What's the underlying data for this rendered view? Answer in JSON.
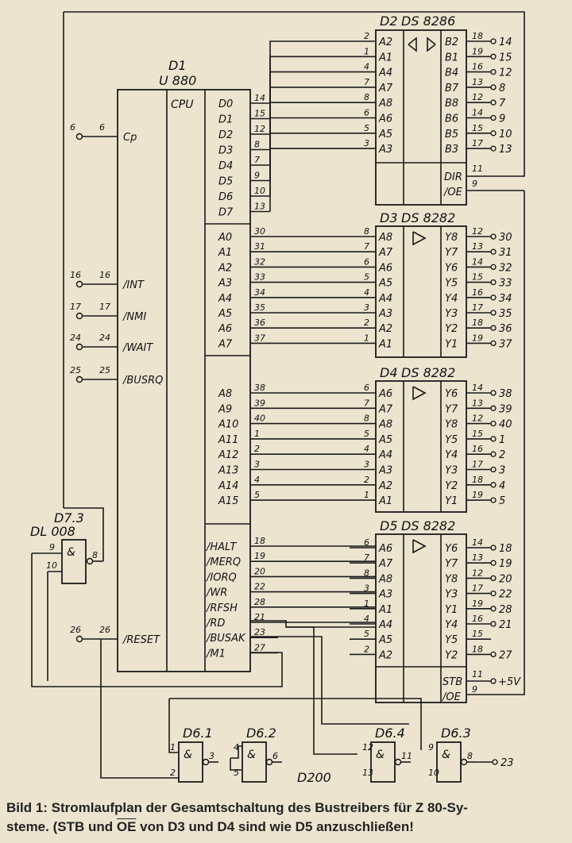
{
  "chips": {
    "d1": {
      "ref": "D1",
      "type": "U 880",
      "cpu": "CPU",
      "data_pins": [
        {
          "name": "D0",
          "num": "14"
        },
        {
          "name": "D1",
          "num": "15"
        },
        {
          "name": "D2",
          "num": "12"
        },
        {
          "name": "D3",
          "num": "8"
        },
        {
          "name": "D4",
          "num": "7"
        },
        {
          "name": "D5",
          "num": "9"
        },
        {
          "name": "D6",
          "num": "10"
        },
        {
          "name": "D7",
          "num": "13"
        }
      ],
      "addr_lo": [
        {
          "name": "A0",
          "num": "30"
        },
        {
          "name": "A1",
          "num": "31"
        },
        {
          "name": "A2",
          "num": "32"
        },
        {
          "name": "A3",
          "num": "33"
        },
        {
          "name": "A4",
          "num": "34"
        },
        {
          "name": "A5",
          "num": "35"
        },
        {
          "name": "A6",
          "num": "36"
        },
        {
          "name": "A7",
          "num": "37"
        }
      ],
      "addr_hi": [
        {
          "name": "A8",
          "num": "38"
        },
        {
          "name": "A9",
          "num": "39"
        },
        {
          "name": "A10",
          "num": "40"
        },
        {
          "name": "A11",
          "num": "1"
        },
        {
          "name": "A12",
          "num": "2"
        },
        {
          "name": "A13",
          "num": "3"
        },
        {
          "name": "A14",
          "num": "4"
        },
        {
          "name": "A15",
          "num": "5"
        }
      ],
      "ctrl": [
        {
          "name": "/HALT",
          "num": "18"
        },
        {
          "name": "/MERQ",
          "num": "19"
        },
        {
          "name": "/IORQ",
          "num": "20"
        },
        {
          "name": "/WR",
          "num": "22"
        },
        {
          "name": "/RFSH",
          "num": "28"
        },
        {
          "name": "/RD",
          "num": "21"
        },
        {
          "name": "/BUSAK",
          "num": "23"
        },
        {
          "name": "/M1",
          "num": "27"
        }
      ],
      "left": [
        {
          "name": "Cp",
          "ext": "6",
          "num": "6"
        },
        {
          "name": "/INT",
          "ext": "16",
          "num": "16"
        },
        {
          "name": "/NMI",
          "ext": "17",
          "num": "17"
        },
        {
          "name": "/WAIT",
          "ext": "24",
          "num": "24"
        },
        {
          "name": "/BUSRQ",
          "ext": "25",
          "num": "25"
        },
        {
          "name": "/RESET",
          "ext": "26",
          "num": "26"
        }
      ]
    },
    "d2": {
      "ref": "D2",
      "type": "DS 8286",
      "a": [
        {
          "name": "A2",
          "num": "2"
        },
        {
          "name": "A1",
          "num": "1"
        },
        {
          "name": "A4",
          "num": "4"
        },
        {
          "name": "A7",
          "num": "7"
        },
        {
          "name": "A8",
          "num": "8"
        },
        {
          "name": "A6",
          "num": "6"
        },
        {
          "name": "A5",
          "num": "5"
        },
        {
          "name": "A3",
          "num": "3"
        }
      ],
      "b": [
        {
          "name": "B2",
          "num": "18",
          "out": "14"
        },
        {
          "name": "B1",
          "num": "19",
          "out": "15"
        },
        {
          "name": "B4",
          "num": "16",
          "out": "12"
        },
        {
          "name": "B7",
          "num": "13",
          "out": "8"
        },
        {
          "name": "B8",
          "num": "12",
          "out": "7"
        },
        {
          "name": "B6",
          "num": "14",
          "out": "9"
        },
        {
          "name": "B5",
          "num": "15",
          "out": "10"
        },
        {
          "name": "B3",
          "num": "17",
          "out": "13"
        }
      ],
      "dir": {
        "name": "DIR",
        "num": "11"
      },
      "oe": {
        "name": "/OE",
        "num": "9"
      }
    },
    "d3": {
      "ref": "D3",
      "type": "DS 8282",
      "a": [
        {
          "name": "A8",
          "num": "8"
        },
        {
          "name": "A7",
          "num": "7"
        },
        {
          "name": "A6",
          "num": "6"
        },
        {
          "name": "A5",
          "num": "5"
        },
        {
          "name": "A4",
          "num": "4"
        },
        {
          "name": "A3",
          "num": "3"
        },
        {
          "name": "A2",
          "num": "2"
        },
        {
          "name": "A1",
          "num": "1"
        }
      ],
      "y": [
        {
          "name": "Y8",
          "num": "12",
          "out": "30"
        },
        {
          "name": "Y7",
          "num": "13",
          "out": "31"
        },
        {
          "name": "Y6",
          "num": "14",
          "out": "32"
        },
        {
          "name": "Y5",
          "num": "15",
          "out": "33"
        },
        {
          "name": "Y4",
          "num": "16",
          "out": "34"
        },
        {
          "name": "Y3",
          "num": "17",
          "out": "35"
        },
        {
          "name": "Y2",
          "num": "18",
          "out": "36"
        },
        {
          "name": "Y1",
          "num": "19",
          "out": "37"
        }
      ]
    },
    "d4": {
      "ref": "D4",
      "type": "DS 8282",
      "a": [
        {
          "name": "A6",
          "num": "6"
        },
        {
          "name": "A7",
          "num": "7"
        },
        {
          "name": "A8",
          "num": "8"
        },
        {
          "name": "A5",
          "num": "5"
        },
        {
          "name": "A4",
          "num": "4"
        },
        {
          "name": "A3",
          "num": "3"
        },
        {
          "name": "A2",
          "num": "2"
        },
        {
          "name": "A1",
          "num": "1"
        }
      ],
      "y": [
        {
          "name": "Y6",
          "num": "14",
          "out": "38"
        },
        {
          "name": "Y7",
          "num": "13",
          "out": "39"
        },
        {
          "name": "Y8",
          "num": "12",
          "out": "40"
        },
        {
          "name": "Y5",
          "num": "15",
          "out": "1"
        },
        {
          "name": "Y4",
          "num": "16",
          "out": "2"
        },
        {
          "name": "Y3",
          "num": "17",
          "out": "3"
        },
        {
          "name": "Y2",
          "num": "18",
          "out": "4"
        },
        {
          "name": "Y1",
          "num": "19",
          "out": "5"
        }
      ]
    },
    "d5": {
      "ref": "D5",
      "type": "DS 8282",
      "a": [
        {
          "name": "A6",
          "num": "6"
        },
        {
          "name": "A7",
          "num": "7"
        },
        {
          "name": "A8",
          "num": "8"
        },
        {
          "name": "A3",
          "num": "3"
        },
        {
          "name": "A1",
          "num": "1"
        },
        {
          "name": "A4",
          "num": "4"
        },
        {
          "name": "A5",
          "num": "5"
        },
        {
          "name": "A2",
          "num": "2"
        }
      ],
      "y": [
        {
          "name": "Y6",
          "num": "14",
          "out": "18"
        },
        {
          "name": "Y7",
          "num": "13",
          "out": "19"
        },
        {
          "name": "Y8",
          "num": "12",
          "out": "20"
        },
        {
          "name": "Y3",
          "num": "17",
          "out": "22"
        },
        {
          "name": "Y1",
          "num": "19",
          "out": "28"
        },
        {
          "name": "Y4",
          "num": "16",
          "out": "21"
        },
        {
          "name": "Y5",
          "num": "15",
          "out": ""
        },
        {
          "name": "Y2",
          "num": "18",
          "out": "27"
        }
      ],
      "stb": {
        "name": "STB",
        "num": "11",
        "out": "+5V"
      },
      "oe": {
        "name": "/OE",
        "num": "9"
      }
    },
    "d7": {
      "ref": "D7.3",
      "type": "DL 008",
      "sym": "&",
      "pins": [
        "9",
        "10",
        "8"
      ]
    },
    "d6": [
      {
        "ref": "D6.1",
        "sym": "&",
        "pins": [
          "1",
          "2",
          "3"
        ]
      },
      {
        "ref": "D6.2",
        "sym": "&",
        "pins": [
          "4",
          "5",
          "6"
        ]
      },
      {
        "ref": "D6.4",
        "sym": "&",
        "pins": [
          "12",
          "13",
          "11"
        ]
      },
      {
        "ref": "D6.3",
        "sym": "&",
        "pins": [
          "9",
          "10",
          "8"
        ],
        "out": "23"
      }
    ],
    "d200": "D200"
  },
  "caption": {
    "line1": "Bild 1: Stromlaufplan der Gesamtschaltung des Bustreibers für Z 80-Sy-",
    "line2_a": "steme. (STB und ",
    "line2_oe": "OE",
    "line2_b": " von D3 und D4 sind wie D5 anzuschließen!"
  }
}
